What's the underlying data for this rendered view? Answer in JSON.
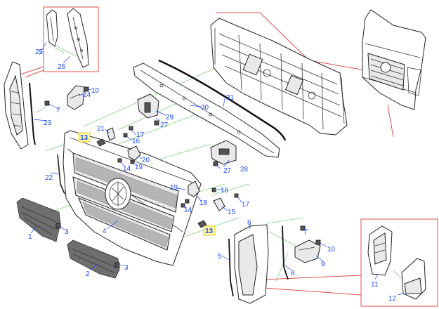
{
  "callouts": {
    "c1": "1",
    "c2": "2",
    "c3a": "3",
    "c3b": "3",
    "c4": "4",
    "c5": "5",
    "c6": "6",
    "c7a": "7",
    "c7b": "7",
    "c8": "8",
    "c9": "9",
    "c10a": "10",
    "c10b": "10",
    "c11": "11",
    "c12": "12",
    "c13a": "13",
    "c13b": "13",
    "c14a": "14",
    "c14b": "14",
    "c15": "15",
    "c16a": "16",
    "c16b": "16",
    "c17a": "17",
    "c17b": "17",
    "c18": "18",
    "c19a": "19",
    "c19b": "19",
    "c20": "20",
    "c21": "21",
    "c22": "22",
    "c23": "23",
    "c24": "24",
    "c25": "25",
    "c26": "26",
    "c27a": "27",
    "c27b": "27",
    "c28": "28",
    "c29": "29",
    "c30": "30",
    "c31": "31"
  },
  "colors": {
    "callout_text": "#1b48ff",
    "highlight_fill": "#fff7a8",
    "guide_lines": "#7ed27e",
    "detail_frame": "#e0504a"
  }
}
